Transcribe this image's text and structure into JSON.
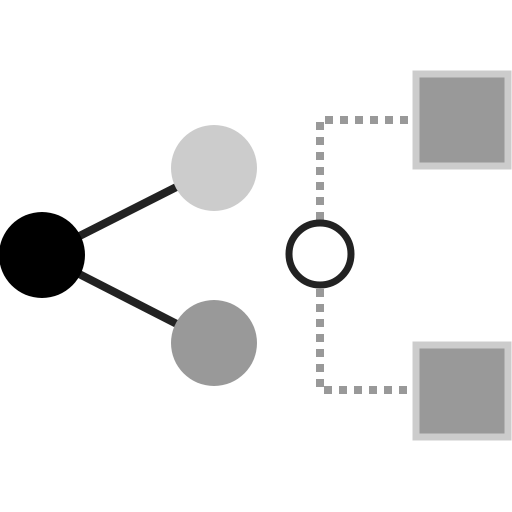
{
  "diagram": {
    "nodes": [
      {
        "id": "root",
        "shape": "circle",
        "fill": "#000000",
        "stroke": "none"
      },
      {
        "id": "upper-child",
        "shape": "circle",
        "fill": "#cccccc",
        "stroke": "none"
      },
      {
        "id": "lower-child",
        "shape": "circle",
        "fill": "#999999",
        "stroke": "none"
      },
      {
        "id": "junction",
        "shape": "ring",
        "fill": "#ffffff",
        "stroke": "#222222"
      },
      {
        "id": "top-box",
        "shape": "square",
        "fill": "#999999",
        "border": "#cccccc"
      },
      {
        "id": "bottom-box",
        "shape": "square",
        "fill": "#999999",
        "border": "#cccccc"
      }
    ],
    "edges": [
      {
        "from": "root",
        "to": "upper-child",
        "style": "solid",
        "color": "#222222"
      },
      {
        "from": "root",
        "to": "lower-child",
        "style": "solid",
        "color": "#222222"
      },
      {
        "from": "junction",
        "to": "top-box",
        "style": "dotted",
        "color": "#999999"
      },
      {
        "from": "junction",
        "to": "bottom-box",
        "style": "dotted",
        "color": "#999999"
      }
    ]
  }
}
